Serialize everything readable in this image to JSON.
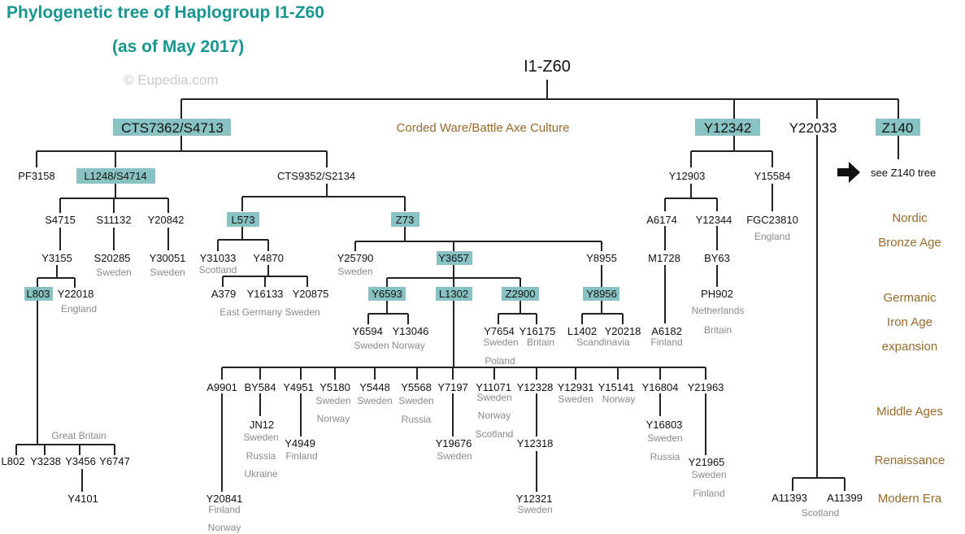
{
  "title": {
    "line1": "Phylogenetic tree of Haplogroup I1-Z60",
    "line2": "(as of May 2017)",
    "copyright": "© Eupedia.com"
  },
  "root": "I1-Z60",
  "nodes": {
    "cts7362": "CTS7362/S4713",
    "corded": "Corded Ware/Battle Axe Culture",
    "y12342": "Y12342",
    "y22033": "Y22033",
    "z140": "Z140",
    "see_z140": "see Z140 tree",
    "pf3158": "PF3158",
    "l1248": "L1248/S4714",
    "cts9352": "CTS9352/S2134",
    "y12903": "Y12903",
    "y15584": "Y15584",
    "s4715": "S4715",
    "s11132": "S11132",
    "y20842": "Y20842",
    "l573": "L573",
    "z73": "Z73",
    "a6174": "A6174",
    "y12344": "Y12344",
    "fgc23810": "FGC23810",
    "y3155": "Y3155",
    "s20285": "S20285",
    "y30051": "Y30051",
    "y31033": "Y31033",
    "y4870": "Y4870",
    "y25790": "Y25790",
    "y3657": "Y3657",
    "y8955": "Y8955",
    "m1728": "M1728",
    "by63": "BY63",
    "l803": "L803",
    "y22018": "Y22018",
    "a379": "A379",
    "y16133": "Y16133",
    "y20875": "Y20875",
    "y6593": "Y6593",
    "l1302": "L1302",
    "z2900": "Z2900",
    "y8956": "Y8956",
    "ph902": "PH902",
    "y6594": "Y6594",
    "y13046": "Y13046",
    "y7654": "Y7654",
    "y16175": "Y16175",
    "l1402": "L1402",
    "y20218": "Y20218",
    "a6182": "A6182",
    "a9901": "A9901",
    "by584": "BY584",
    "y4951": "Y4951",
    "y5180": "Y5180",
    "y5448": "Y5448",
    "y5568": "Y5568",
    "y7197": "Y7197",
    "y11071": "Y11071",
    "y12328": "Y12328",
    "y12931": "Y12931",
    "y15141": "Y15141",
    "y16804": "Y16804",
    "y21963": "Y21963",
    "jn12": "JN12",
    "y4949": "Y4949",
    "y19676": "Y19676",
    "y12318": "Y12318",
    "y16803": "Y16803",
    "y21965": "Y21965",
    "l802": "L802",
    "y3238": "Y3238",
    "y3456": "Y3456",
    "y6747": "Y6747",
    "y4101": "Y4101",
    "y20841": "Y20841",
    "y12321": "Y12321",
    "a11393": "A11393",
    "a11399": "A11399"
  },
  "locations": {
    "england1": "England",
    "s20285": "Sweden",
    "y30051": "Sweden",
    "scotland1": "Scotland",
    "y22018": "England",
    "east_germany_sweden": "East Germany Sweden",
    "y25790": "Sweden",
    "netherlands": "Netherlands",
    "britain1": "Britain",
    "sweden_norway": "Sweden Norway",
    "y7654": "Sweden",
    "y16175": "Britain",
    "poland": "Poland",
    "scandinavia": "Scandinavia",
    "finland1": "Finland",
    "y5180_a": "Sweden",
    "y5180_b": "Norway",
    "y5448": "Sweden",
    "y5568_a": "Sweden",
    "y5568_b": "Russia",
    "y11071_a": "Sweden",
    "y11071_b": "Norway",
    "y11071_c": "Scotland",
    "y12931": "Sweden",
    "y15141": "Norway",
    "jn12_a": "Sweden",
    "jn12_b": "Russia",
    "jn12_c": "Ukraine",
    "y4949": "Finland",
    "y19676": "Sweden",
    "y16803_a": "Sweden",
    "y16803_b": "Russia",
    "y21965_a": "Sweden",
    "y21965_b": "Finland",
    "great_britain": "Great Britain",
    "y20841_a": "Finland",
    "y20841_b": "Norway",
    "y12321": "Sweden",
    "scotland2": "Scotland"
  },
  "eras": {
    "nordic_1": "Nordic",
    "nordic_2": "Bronze Age",
    "germanic_1": "Germanic",
    "germanic_2": "Iron Age",
    "germanic_3": "expansion",
    "middle_ages": "Middle Ages",
    "renaissance": "Renaissance",
    "modern": "Modern Era"
  },
  "colors": {
    "title": "#16968e",
    "highlight": "#88c2c3",
    "era": "#9a6a2a",
    "location": "#8a8a8a",
    "lines": "#222222"
  }
}
